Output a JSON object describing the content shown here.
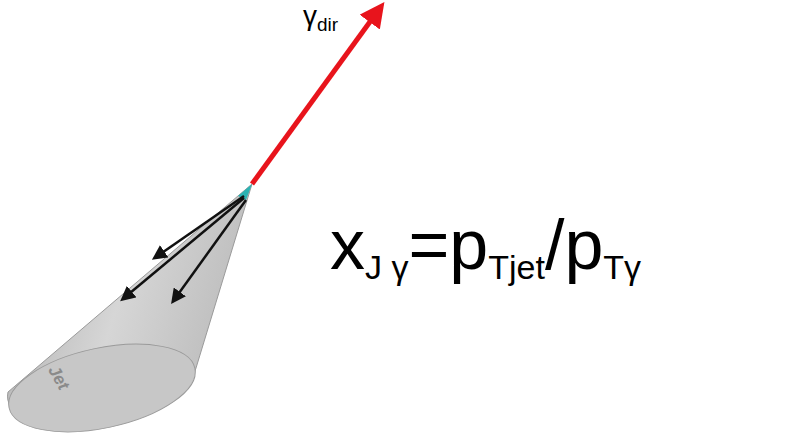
{
  "diagram": {
    "nodes": [
      {
        "text": [
          "Jet"
        ]
      }
    ],
    "labels": [
      "γ",
      "dir",
      "x",
      "J γ",
      "=p",
      "Tjet",
      "/p",
      "Tγ"
    ]
  }
}
